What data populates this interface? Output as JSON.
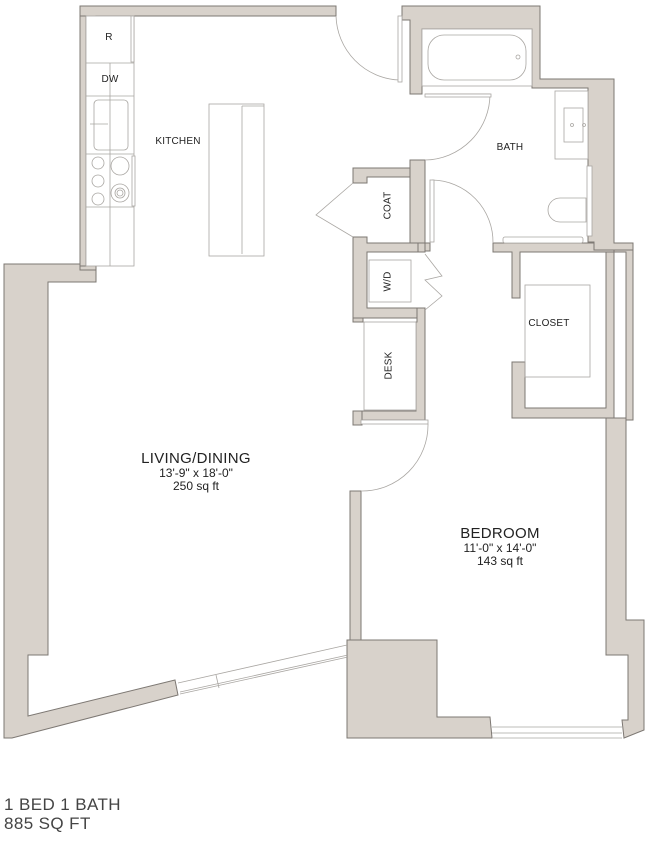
{
  "floorplan": {
    "unit_type": "1 BED 1 BATH",
    "area": "885 SQ FT",
    "colors": {
      "wall_fill": "#d8d2cb",
      "wall_stroke": "#7d7873",
      "fixture_line": "#a9a6a2",
      "text": "#222222"
    },
    "rooms": {
      "living": {
        "name": "LIVING/DINING",
        "dimensions": "13'-9\" x 18'-0\"",
        "area": "250 sq ft"
      },
      "bedroom": {
        "name": "BEDROOM",
        "dimensions": "11'-0\" x 14'-0\"",
        "area": "143 sq ft"
      },
      "kitchen": {
        "name": "KITCHEN"
      },
      "bath": {
        "name": "BATH"
      },
      "closet": {
        "name": "CLOSET"
      },
      "coat": {
        "name": "COAT"
      },
      "washer_dryer": {
        "name": "W/D"
      },
      "desk": {
        "name": "DESK"
      }
    },
    "appliances": {
      "refrigerator": "R",
      "dishwasher": "DW"
    }
  }
}
